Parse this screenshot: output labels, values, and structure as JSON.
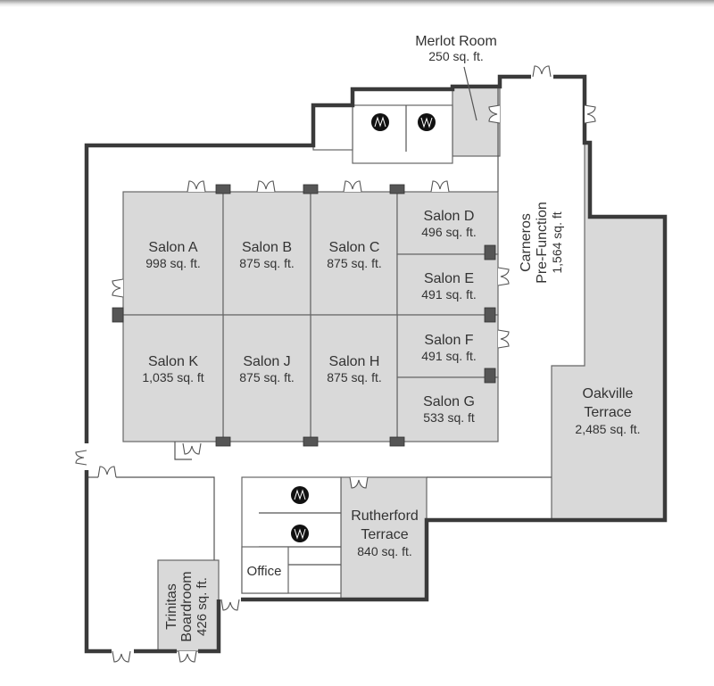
{
  "rooms": {
    "merlot": {
      "name": "Merlot Room",
      "area": "250 sq. ft."
    },
    "salon_a": {
      "name": "Salon  A",
      "area": "998 sq. ft."
    },
    "salon_b": {
      "name": "Salon  B",
      "area": "875 sq. ft."
    },
    "salon_c": {
      "name": "Salon  C",
      "area": "875 sq. ft."
    },
    "salon_d": {
      "name": "Salon  D",
      "area": "496 sq. ft."
    },
    "salon_e": {
      "name": "Salon  E",
      "area": "491 sq. ft."
    },
    "salon_f": {
      "name": "Salon  F",
      "area": "491 sq. ft."
    },
    "salon_g": {
      "name": "Salon  G",
      "area": "533 sq. ft"
    },
    "salon_h": {
      "name": "Salon  H",
      "area": "875 sq. ft."
    },
    "salon_j": {
      "name": "Salon  J",
      "area": "875 sq. ft."
    },
    "salon_k": {
      "name": "Salon K",
      "area": "1,035 sq. ft"
    },
    "carneros": {
      "name1": "Carneros",
      "name2": "Pre-Function",
      "area": "1,564 sq. ft"
    },
    "oakville": {
      "name1": "Oakville",
      "name2": "Terrace",
      "area": "2,485 sq. ft."
    },
    "rutherford": {
      "name1": "Rutherford",
      "name2": "Terrace",
      "area": "840 sq. ft."
    },
    "trinitas": {
      "name1": "Trinitas",
      "name2": "Boardroom",
      "area": "426 sq. ft."
    },
    "office": {
      "name": "Office"
    }
  },
  "colors": {
    "room_fill": "#d9d9d9",
    "wall": "#3a3a3a"
  },
  "icons": [
    "restroom-men-icon",
    "restroom-women-icon",
    "stairs-icon",
    "door-icon"
  ]
}
